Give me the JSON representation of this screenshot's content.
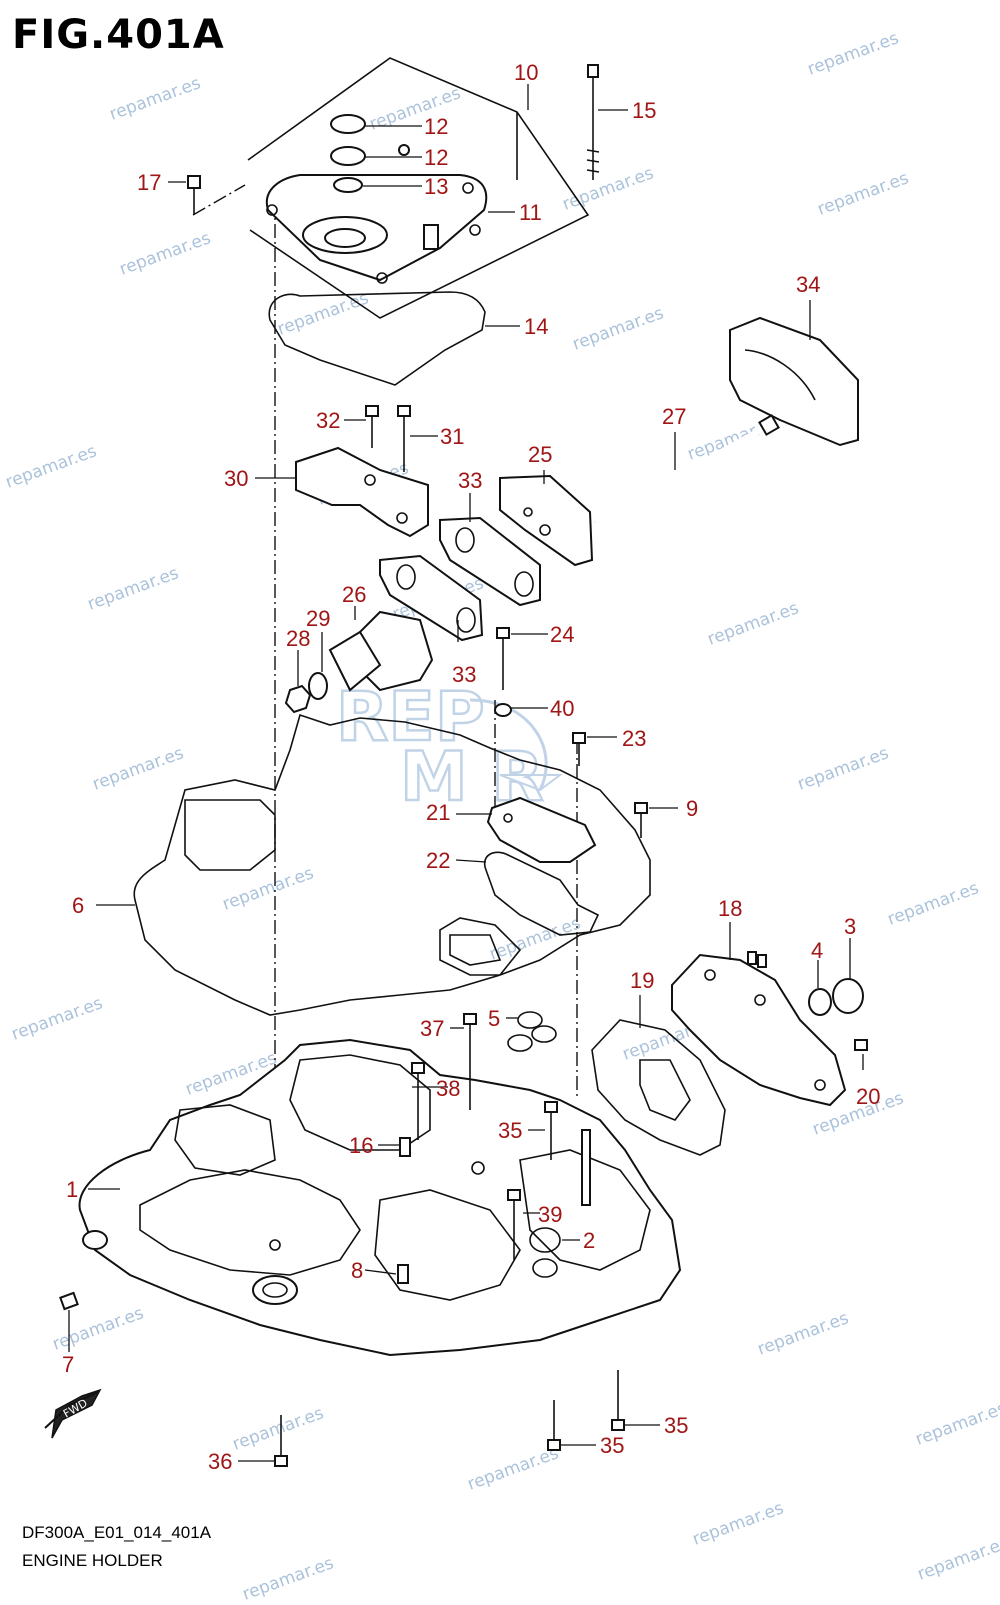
{
  "header": {
    "title": "FIG.401A"
  },
  "footer": {
    "code": "DF300A_E01_014_401A",
    "name": "ENGINE HOLDER"
  },
  "watermark": {
    "text": "repamar.es",
    "logo_text": "REPMAR",
    "color": "#7ea2c8"
  },
  "fwd_label": "FWD",
  "callouts": {
    "c1": "1",
    "c2": "2",
    "c3": "3",
    "c4": "4",
    "c5": "5",
    "c6": "6",
    "c7": "7",
    "c8": "8",
    "c9": "9",
    "c10": "10",
    "c11": "11",
    "c12a": "12",
    "c12b": "12",
    "c13": "13",
    "c14": "14",
    "c15": "15",
    "c16": "16",
    "c17": "17",
    "c18": "18",
    "c19": "19",
    "c20": "20",
    "c21": "21",
    "c22": "22",
    "c23": "23",
    "c24": "24",
    "c25": "25",
    "c26": "26",
    "c27": "27",
    "c28": "28",
    "c29": "29",
    "c30": "30",
    "c31": "31",
    "c32": "32",
    "c33a": "33",
    "c33b": "33",
    "c34": "34",
    "c35a": "35",
    "c35b": "35",
    "c35c": "35",
    "c36": "36",
    "c37": "37",
    "c38": "38",
    "c39": "39",
    "c40": "40"
  }
}
